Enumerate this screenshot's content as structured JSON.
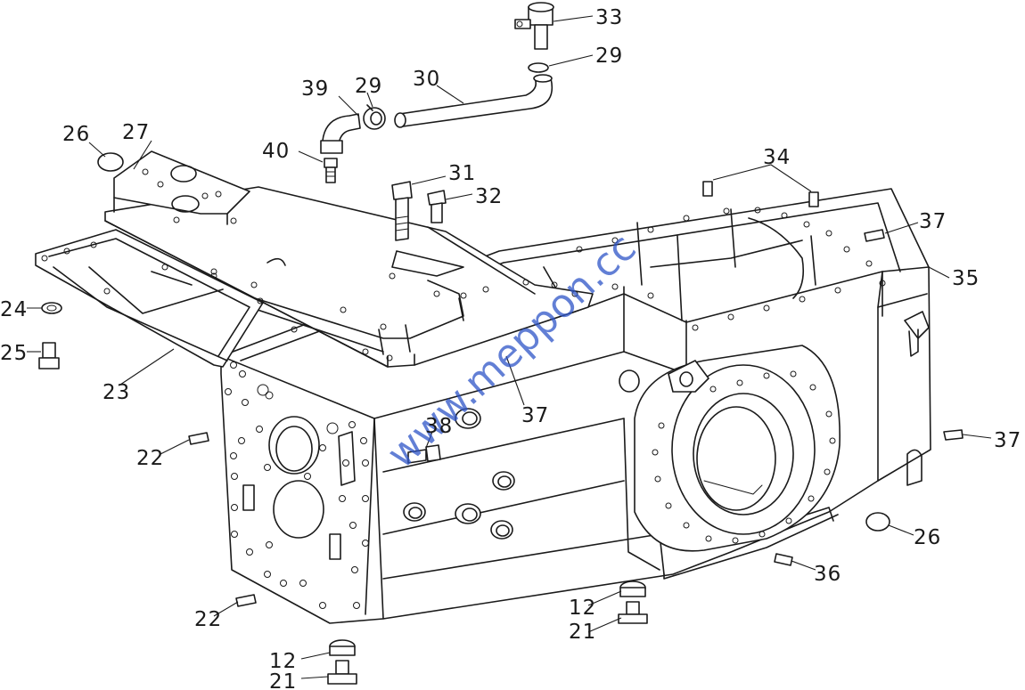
{
  "diagram": {
    "watermark": "www.meppon.cc",
    "callouts": [
      {
        "id": "c33",
        "text": "33"
      },
      {
        "id": "c29a",
        "text": "29"
      },
      {
        "id": "c30",
        "text": "30"
      },
      {
        "id": "c39",
        "text": "39"
      },
      {
        "id": "c29b",
        "text": "29"
      },
      {
        "id": "c40",
        "text": "40"
      },
      {
        "id": "c26a",
        "text": "26"
      },
      {
        "id": "c27",
        "text": "27"
      },
      {
        "id": "c31",
        "text": "31"
      },
      {
        "id": "c32",
        "text": "32"
      },
      {
        "id": "c34",
        "text": "34"
      },
      {
        "id": "c37a",
        "text": "37"
      },
      {
        "id": "c35",
        "text": "35"
      },
      {
        "id": "c24",
        "text": "24"
      },
      {
        "id": "c25",
        "text": "25"
      },
      {
        "id": "c23",
        "text": "23"
      },
      {
        "id": "c37b",
        "text": "37"
      },
      {
        "id": "c38",
        "text": "38"
      },
      {
        "id": "c22a",
        "text": "22"
      },
      {
        "id": "c37c",
        "text": "37"
      },
      {
        "id": "c26b",
        "text": "26"
      },
      {
        "id": "c36",
        "text": "36"
      },
      {
        "id": "c22b",
        "text": "22"
      },
      {
        "id": "c12a",
        "text": "12"
      },
      {
        "id": "c21a",
        "text": "21"
      },
      {
        "id": "c12b",
        "text": "12"
      },
      {
        "id": "c21b",
        "text": "21"
      }
    ]
  }
}
